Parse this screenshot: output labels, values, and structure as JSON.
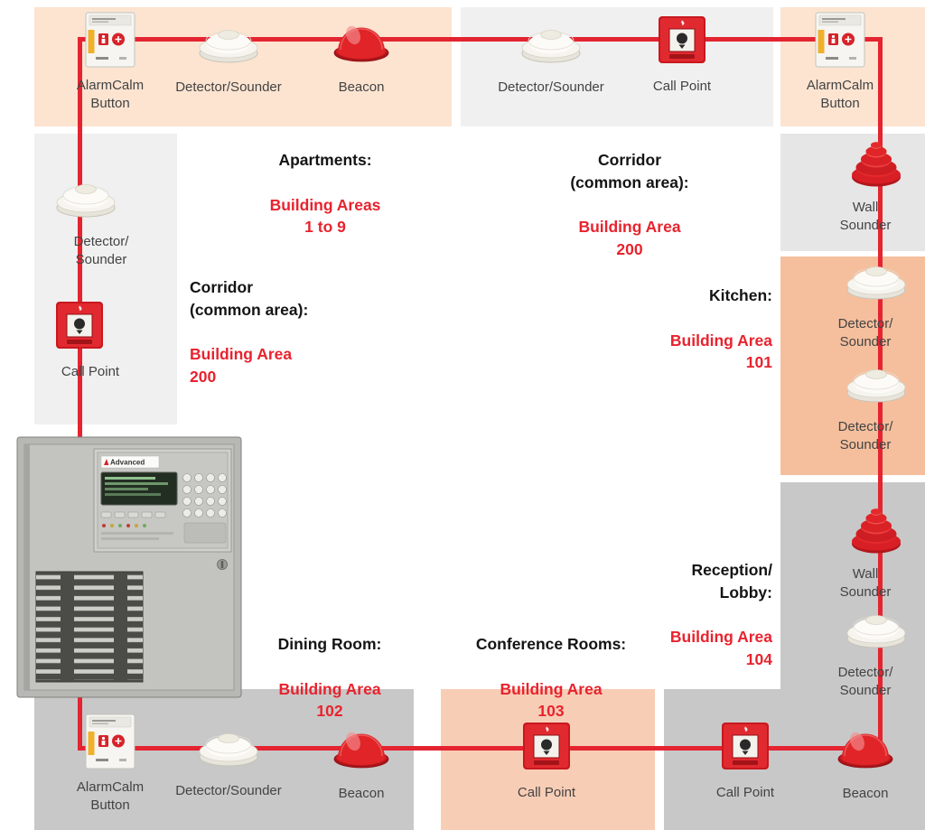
{
  "palette": {
    "line_red": "#e42430",
    "area_text_red": "#e8232e",
    "peach_light": "#fce4d1",
    "peach_mid": "#f8cdb6",
    "peach_deep": "#f5bf9d",
    "gray_light": "#f0f0f0",
    "gray_soft": "#e6e6e6",
    "gray_mid": "#c8c8c8"
  },
  "areas": [
    {
      "id": "apartments",
      "heading": "Apartments:",
      "detail": "Building Areas\n1 to 9"
    },
    {
      "id": "corridor-top",
      "heading": "Corridor\n(common area):",
      "detail": "Building Area\n200"
    },
    {
      "id": "corridor-left",
      "heading": "Corridor\n(common area):",
      "detail": "Building Area\n200"
    },
    {
      "id": "kitchen",
      "heading": "Kitchen:",
      "detail": "Building Area\n101"
    },
    {
      "id": "reception",
      "heading": "Reception/\nLobby:",
      "detail": "Building Area\n104"
    },
    {
      "id": "dining",
      "heading": "Dining Room:",
      "detail": "Building Area\n102"
    },
    {
      "id": "conference",
      "heading": "Conference Rooms:",
      "detail": "Building Area\n103"
    }
  ],
  "devices": [
    {
      "type": "alarmcalm",
      "label": "AlarmCalm\nButton"
    },
    {
      "type": "detector",
      "label": "Detector/Sounder"
    },
    {
      "type": "beacon",
      "label": "Beacon"
    },
    {
      "type": "detector",
      "label": "Detector/Sounder"
    },
    {
      "type": "callpoint",
      "label": "Call Point"
    },
    {
      "type": "alarmcalm",
      "label": "AlarmCalm\nButton"
    },
    {
      "type": "wallsounder",
      "label": "Wall\nSounder"
    },
    {
      "type": "detector",
      "label": "Detector/\nSounder"
    },
    {
      "type": "detector",
      "label": "Detector/\nSounder"
    },
    {
      "type": "wallsounder",
      "label": "Wall\nSounder"
    },
    {
      "type": "detector",
      "label": "Detector/\nSounder"
    },
    {
      "type": "beacon",
      "label": "Beacon"
    },
    {
      "type": "detector",
      "label": "Detector/\nSounder"
    },
    {
      "type": "callpoint",
      "label": "Call Point"
    },
    {
      "type": "alarmcalm",
      "label": "AlarmCalm\nButton"
    },
    {
      "type": "detector",
      "label": "Detector/Sounder"
    },
    {
      "type": "beacon",
      "label": "Beacon"
    },
    {
      "type": "callpoint",
      "label": "Call Point"
    },
    {
      "type": "callpoint",
      "label": "Call Point"
    }
  ],
  "panel": {
    "brand": "Advanced"
  }
}
